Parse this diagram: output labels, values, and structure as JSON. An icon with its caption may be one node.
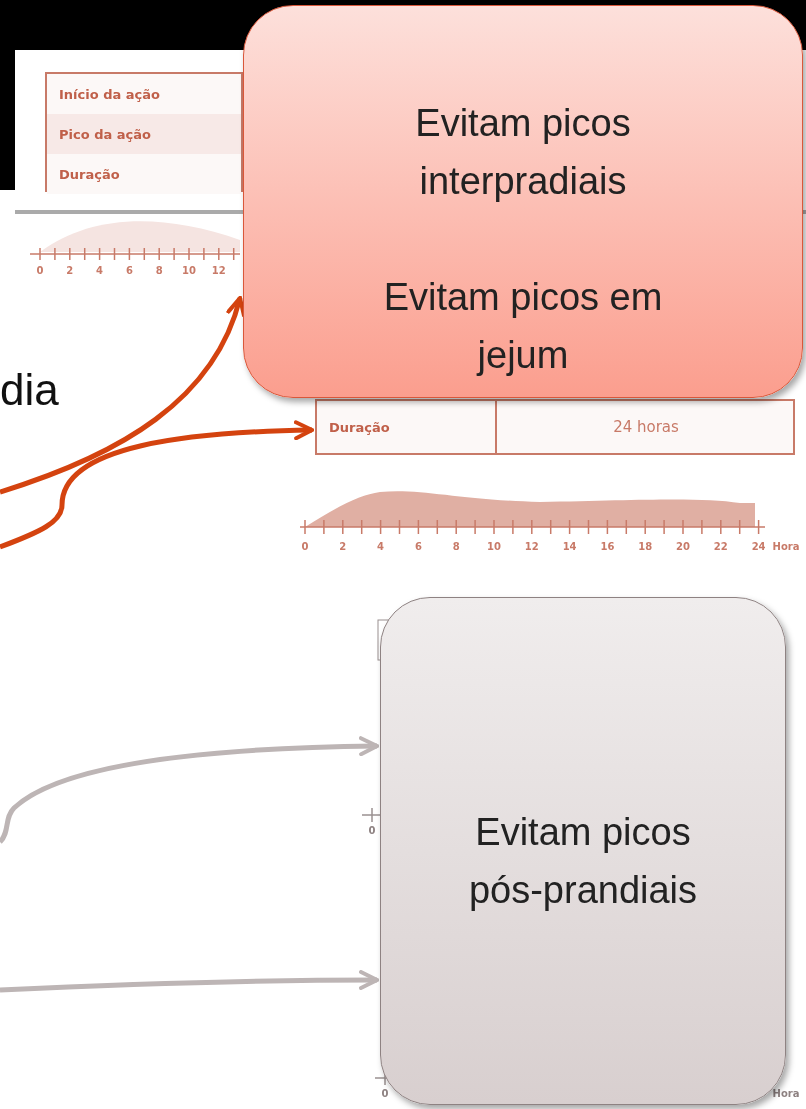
{
  "diagram": {
    "nodes": [
      {
        "text": [
          "Início da ação",
          "Pico da ação",
          "Duração"
        ]
      },
      {
        "text": [
          "Evitam picos interpradiais",
          "Evitam picos em jejum"
        ]
      },
      {
        "text": [
          "Duração",
          "24 horas"
        ]
      },
      {
        "text": [
          "Evitam picos pós-prandiais"
        ]
      }
    ],
    "edges": [
      {
        "from": null,
        "to": 1,
        "arrow": "to",
        "color": "#d4430f"
      },
      {
        "from": null,
        "to": 2,
        "arrow": "to",
        "color": "#d4430f"
      },
      {
        "from": null,
        "to": 3,
        "arrow": "to",
        "color": "#bdb5b5"
      },
      {
        "from": null,
        "to": 3,
        "arrow": "to",
        "color": "#bdb5b5"
      }
    ],
    "labels": [
      "0",
      "2",
      "4",
      "6",
      "8",
      "10",
      "12",
      "dia",
      "0",
      "2",
      "4",
      "6",
      "8",
      "10",
      "12",
      "14",
      "16",
      "18",
      "20",
      "22",
      "24",
      "Hora",
      "0",
      "0",
      "Hora"
    ]
  }
}
